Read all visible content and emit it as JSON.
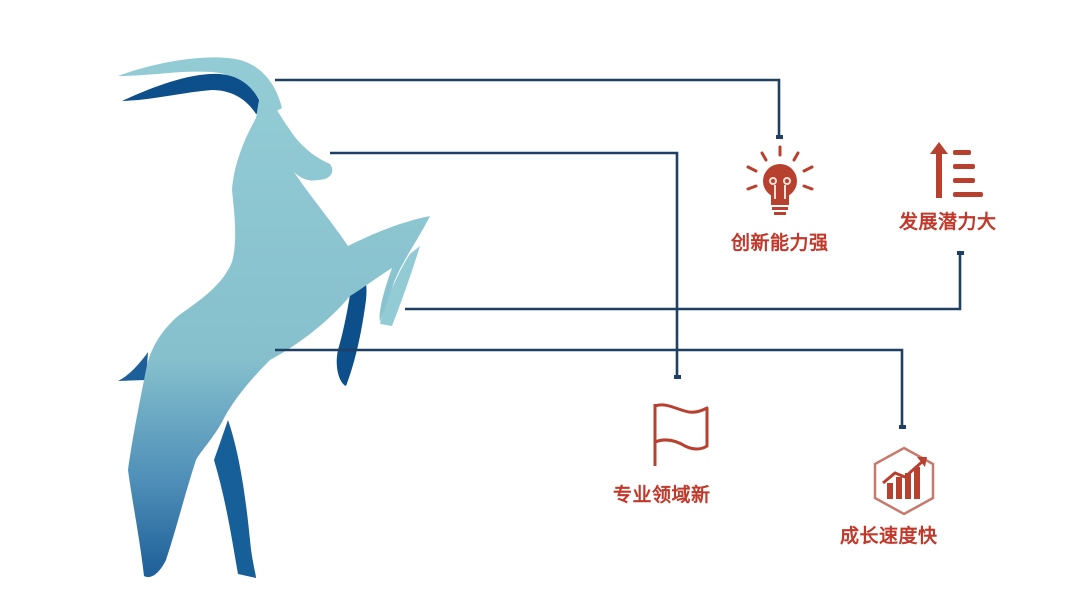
{
  "diagram": {
    "subject": "goat",
    "colors": {
      "goat_light": "#8ec6d0",
      "goat_mid": "#5aa0bf",
      "goat_dark": "#0d4f8b",
      "connector": "#1f3f63",
      "accent": "#c0392b",
      "icon": "#b8402e"
    },
    "features": [
      {
        "id": "innovation",
        "label": "创新能力强",
        "icon": "lightbulb-icon"
      },
      {
        "id": "potential",
        "label": "发展潜力大",
        "icon": "arrow-up-list-icon"
      },
      {
        "id": "domain",
        "label": "专业领域新",
        "icon": "flag-icon"
      },
      {
        "id": "growth",
        "label": "成长速度快",
        "icon": "growth-chart-icon"
      }
    ]
  }
}
